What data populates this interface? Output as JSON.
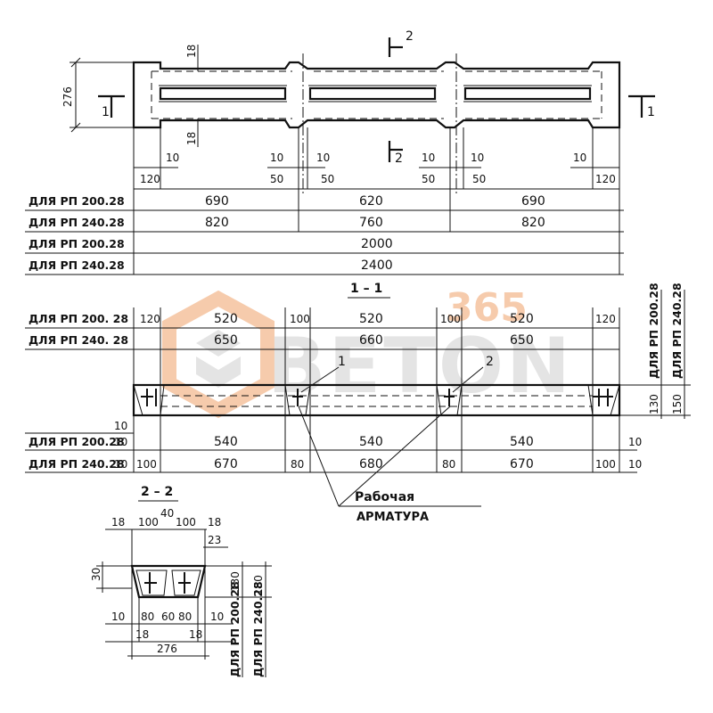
{
  "watermark": {
    "brand": "BETON",
    "number": "365",
    "color_primary": "#f0a26a",
    "color_secondary": "#cccccc"
  },
  "section_markers": {
    "mark_2_top": "2",
    "mark_2_bottom": "2",
    "mark_1_left": "1",
    "mark_1_right": "1"
  },
  "plan": {
    "width_276": "276",
    "rib_18_top": "18",
    "rib_18_bottom": "18",
    "dims_small": {
      "d10_a": "10",
      "d10_b": "10",
      "d10_c": "10",
      "d10_d": "10",
      "d10_e": "10",
      "d10_f": "10",
      "d50_a": "50",
      "d50_b": "50",
      "d50_c": "50",
      "d50_d": "50",
      "d120_left": "120",
      "d120_right": "120"
    },
    "rows": [
      {
        "label": "ДЛЯ РП 200.28",
        "values": [
          "690",
          "620",
          "690"
        ]
      },
      {
        "label": "ДЛЯ РП 240.28",
        "values": [
          "820",
          "760",
          "820"
        ]
      },
      {
        "label": "ДЛЯ РП 200.28",
        "values": [
          "2000"
        ]
      },
      {
        "label": "ДЛЯ РП 240.28",
        "values": [
          "2400"
        ]
      }
    ]
  },
  "section_1_1": {
    "title": "1 – 1",
    "top_rows": [
      {
        "label": "ДЛЯ РП 200. 28",
        "values": [
          "120",
          "520",
          "100",
          "520",
          "100",
          "520",
          "120"
        ]
      },
      {
        "label": "ДЛЯ РП 240. 28",
        "values": [
          "650",
          "660",
          "650"
        ]
      }
    ],
    "callout_1": "1",
    "callout_2": "2",
    "bottom_10": "10",
    "bottom_rows": [
      {
        "label": "ДЛЯ РП 200.28",
        "values": [
          "10",
          "540",
          "540",
          "540",
          "10"
        ]
      },
      {
        "label": "ДЛЯ РП 240.28",
        "values": [
          "10",
          "100",
          "670",
          "80",
          "680",
          "80",
          "670",
          "100",
          "10"
        ]
      }
    ],
    "right_labels": [
      "ДЛЯ РП 200.28",
      "ДЛЯ РП 240.28"
    ],
    "right_dims": [
      "130",
      "150"
    ],
    "rebar_note_line1": "Рабочая",
    "rebar_note_line2": "АРМАТУРА"
  },
  "section_2_2": {
    "title": "2 – 2",
    "top_dims": [
      "18",
      "100",
      "40",
      "100",
      "18"
    ],
    "dim_23": "23",
    "dim_30": "30",
    "bottom_dims": [
      "10",
      "80",
      "60",
      "80",
      "10"
    ],
    "dims_18": [
      "18",
      "18"
    ],
    "total": "276",
    "right_labels": [
      "ДЛЯ РП 200.28",
      "ДЛЯ РП 240.28"
    ],
    "right_dims": [
      "130",
      "150"
    ]
  }
}
